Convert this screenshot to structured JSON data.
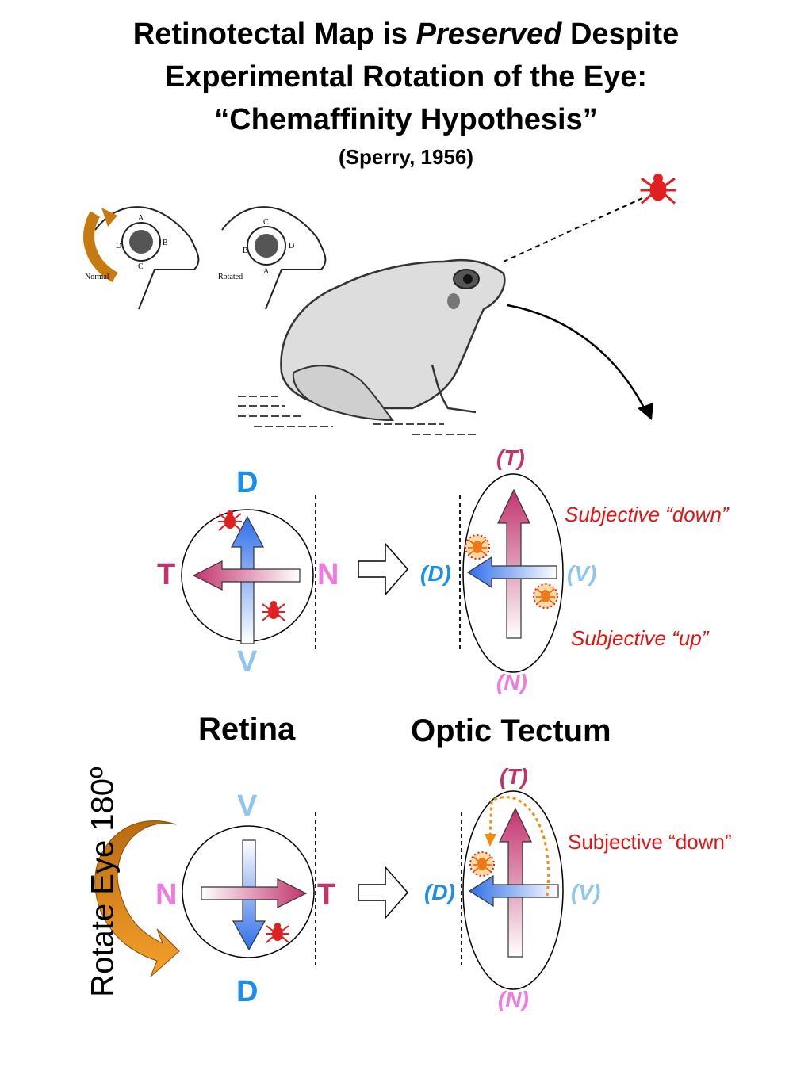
{
  "title": {
    "line1_pre": "Retinotectal Map is ",
    "line1_em": "Preserved",
    "line1_post": " Despite",
    "line2": "Experimental Rotation of the Eye:",
    "line3": "“Chemaffinity Hypothesis”",
    "citation": "(Sperry, 1956)"
  },
  "inset": {
    "normal_label": "Normal",
    "rotated_label": "Rotated",
    "normal_letters": [
      "A",
      "B",
      "C",
      "D"
    ],
    "rotated_letters": [
      "C",
      "D",
      "A",
      "B"
    ]
  },
  "top_retina": {
    "D": "D",
    "T": "T",
    "N": "N",
    "V": "V"
  },
  "top_tectum": {
    "T": "(T)",
    "D": "(D)",
    "V": "(V)",
    "N": "(N)",
    "subj_down": "Subjective “down”",
    "subj_up": "Subjective “up”"
  },
  "section_labels": {
    "retina": "Retina",
    "tectum": "Optic Tectum"
  },
  "rotate_label": "Rotate Eye 180º",
  "bottom_retina": {
    "V": "V",
    "N": "N",
    "T": "T",
    "D": "D"
  },
  "bottom_tectum": {
    "T": "(T)",
    "D": "(D)",
    "V": "(V)",
    "N": "(N)",
    "subj_down": "Subjective “down”"
  },
  "colors": {
    "temporal": "#c2336e",
    "nasal": "#f07adf",
    "dorsal": "#1a8ee8",
    "ventral": "#8ec6f0",
    "subjective": "#e21313",
    "rotate_arrow": "#f29a1c"
  },
  "icons": [
    "fly-icon",
    "frog-illustration",
    "curved-arrow-icon",
    "hollow-arrow-icon"
  ]
}
